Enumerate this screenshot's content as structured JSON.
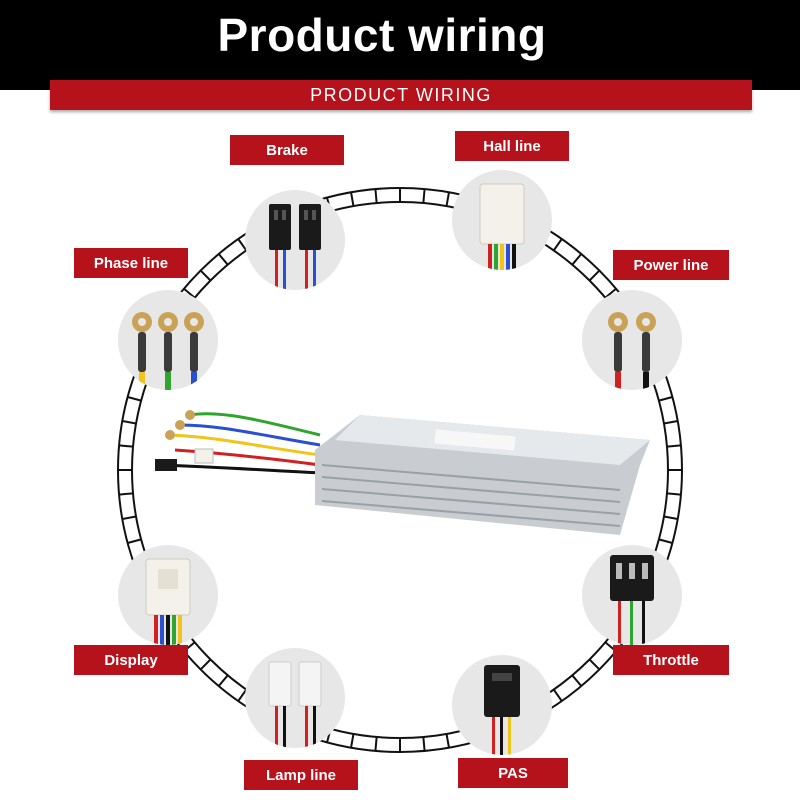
{
  "header": {
    "title": "Product wiring",
    "subtitle": "PRODUCT WIRING"
  },
  "labels": {
    "brake": "Brake",
    "hall_line": "Hall line",
    "phase_line": "Phase line",
    "power_line": "Power line",
    "display": "Display",
    "throttle": "Throttle",
    "lamp_line": "Lamp line",
    "pas": "PAS"
  },
  "colors": {
    "header_bg": "#000000",
    "accent_red": "#b5121b",
    "circle_bg": "#e7e7e7"
  },
  "icons": [
    "brake-connector-icon",
    "hall-connector-icon",
    "phase-terminal-icon",
    "power-terminal-icon",
    "display-connector-icon",
    "throttle-connector-icon",
    "lamp-connector-icon",
    "pas-connector-icon",
    "controller-box-icon"
  ]
}
